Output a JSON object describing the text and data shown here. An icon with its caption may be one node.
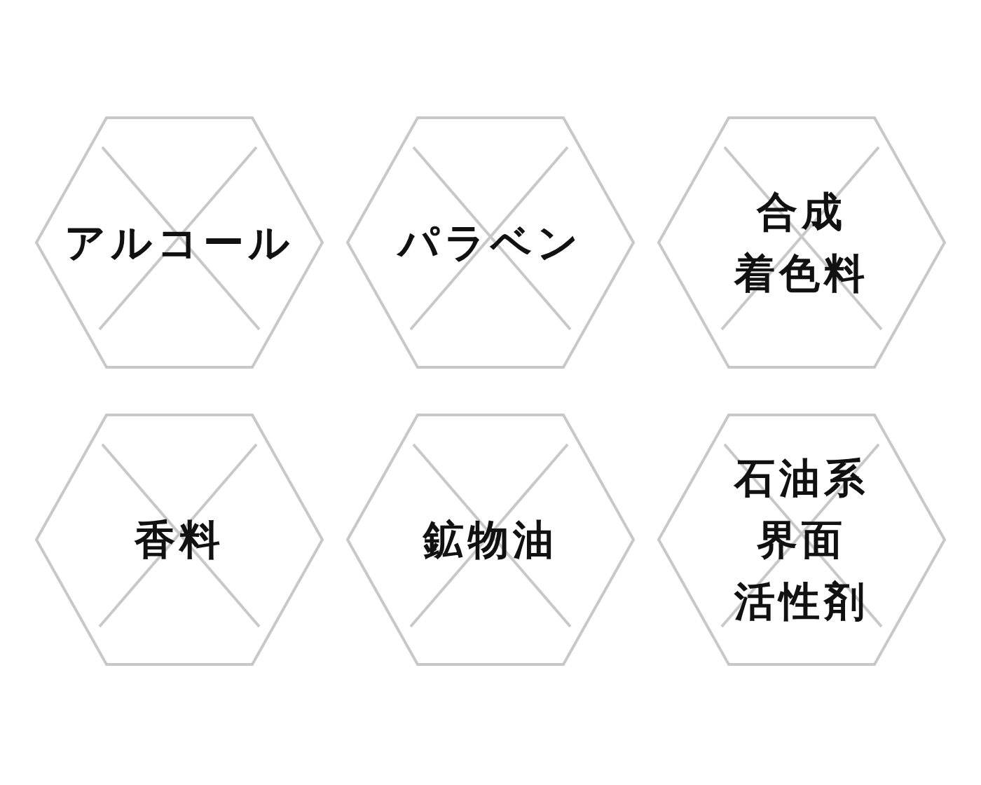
{
  "diagram": {
    "nodes": [
      {
        "text": [
          "アルコール"
        ]
      },
      {
        "text": [
          "パラベン"
        ]
      },
      {
        "text": [
          "合成着色料"
        ]
      },
      {
        "text": [
          "香料"
        ]
      },
      {
        "text": [
          "鉱物油"
        ]
      },
      {
        "text": [
          "石油系界面活性剤"
        ]
      }
    ]
  }
}
